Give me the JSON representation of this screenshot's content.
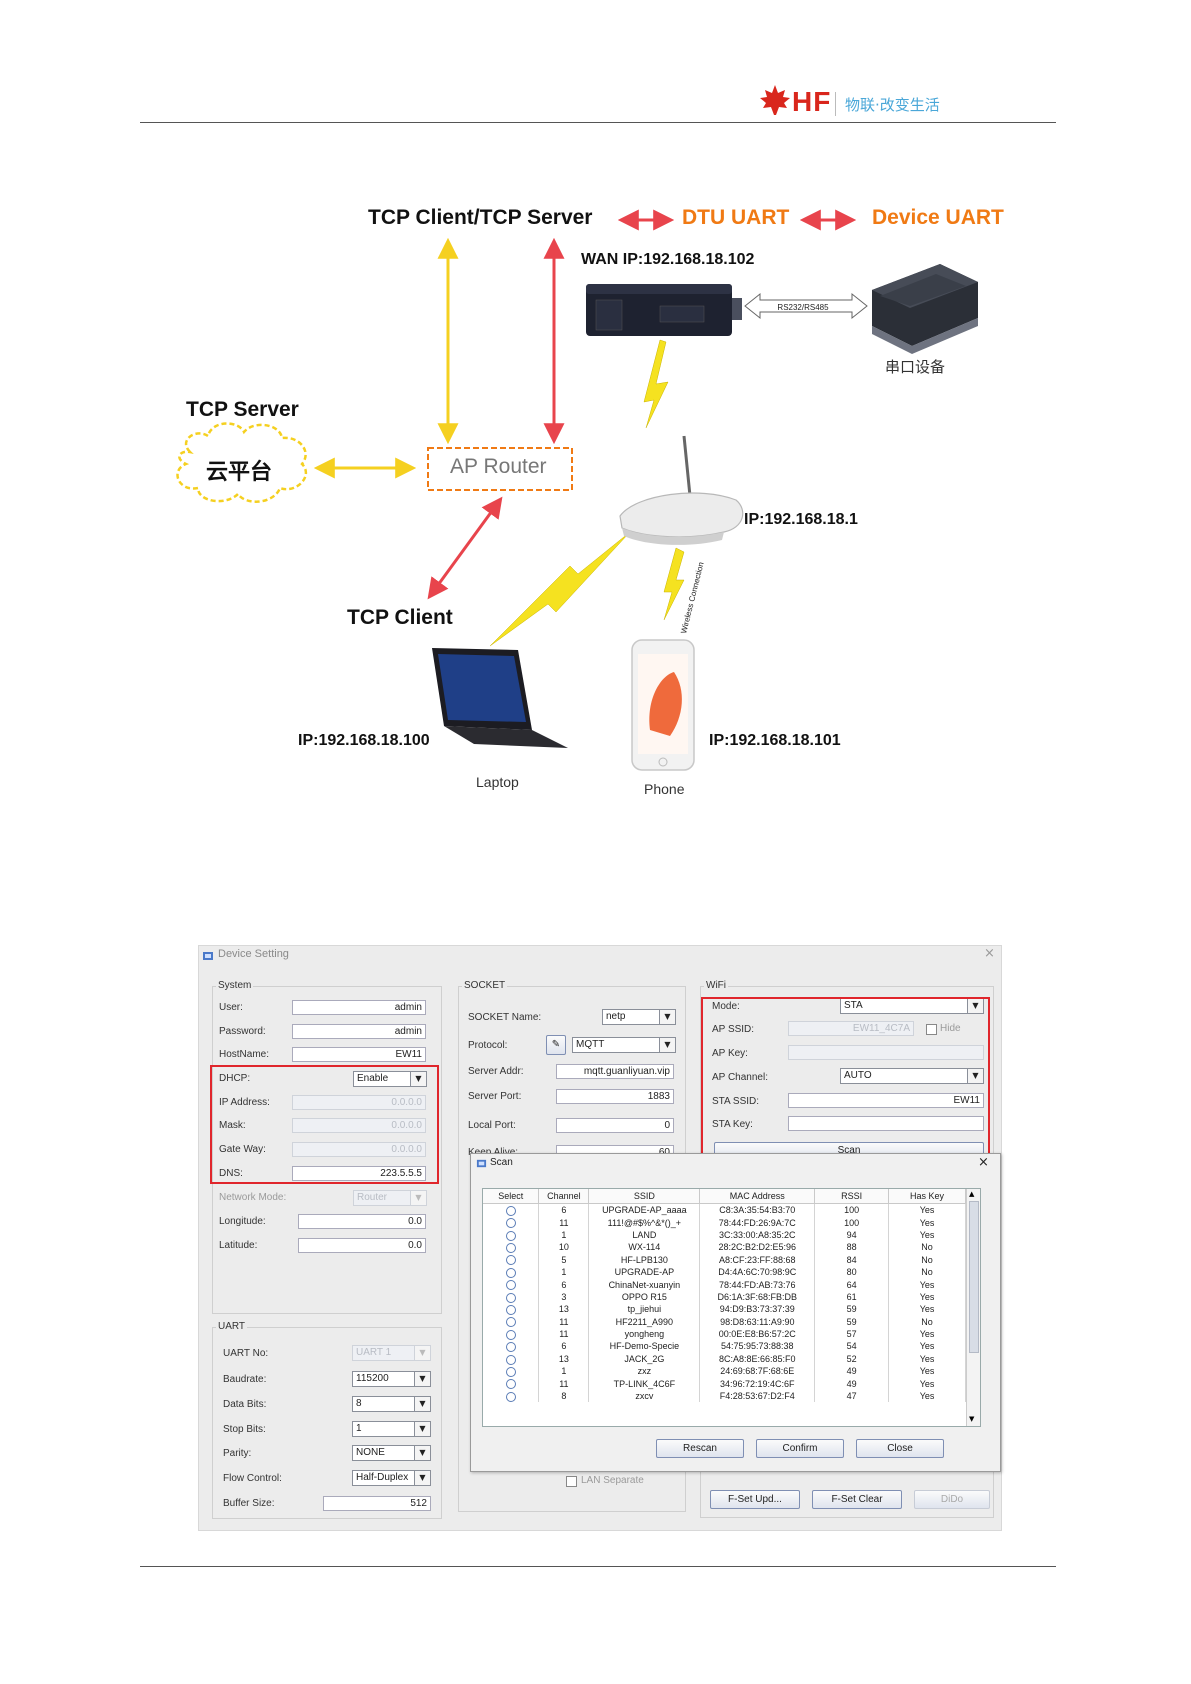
{
  "header": {
    "brand": "HF",
    "slogan": "物联·改变生活"
  },
  "diagram": {
    "top_left_label": "TCP Client/TCP Server",
    "dtu_uart": "DTU UART",
    "device_uart": "Device UART",
    "wan_ip": "WAN IP:192.168.18.102",
    "rs_label": "RS232/RS485",
    "serial_device": "串口设备",
    "tcp_server": "TCP Server",
    "cloud": "云平台",
    "ap_router": "AP Router",
    "router_ip": "IP:192.168.18.1",
    "wireless_connection": "Wireless Connection",
    "tcp_client": "TCP Client",
    "laptop_ip": "IP:192.168.18.100",
    "laptop": "Laptop",
    "phone_ip": "IP:192.168.18.101",
    "phone": "Phone"
  },
  "window": {
    "title": "Device Setting",
    "system": {
      "group": "System",
      "user_label": "User:",
      "user": "admin",
      "password_label": "Password:",
      "password": "admin",
      "hostname_label": "HostName:",
      "hostname": "EW11",
      "dhcp_label": "DHCP:",
      "dhcp": "Enable",
      "ip_label": "IP Address:",
      "ip": "0.0.0.0",
      "mask_label": "Mask:",
      "mask": "0.0.0.0",
      "gateway_label": "Gate Way:",
      "gateway": "0.0.0.0",
      "dns_label": "DNS:",
      "dns": "223.5.5.5",
      "network_mode_label": "Network Mode:",
      "network_mode": "Router",
      "longitude_label": "Longitude:",
      "longitude": "0.0",
      "latitude_label": "Latitude:",
      "latitude": "0.0"
    },
    "uart": {
      "group": "UART",
      "uart_no_label": "UART No:",
      "uart_no": "UART 1",
      "baudrate_label": "Baudrate:",
      "baudrate": "115200",
      "data_bits_label": "Data Bits:",
      "data_bits": "8",
      "stop_bits_label": "Stop Bits:",
      "stop_bits": "1",
      "parity_label": "Parity:",
      "parity": "NONE",
      "flow_control_label": "Flow Control:",
      "flow_control": "Half-Duplex",
      "buffer_size_label": "Buffer Size:",
      "buffer_size": "512"
    },
    "socket": {
      "group": "SOCKET",
      "name_label": "SOCKET Name:",
      "name": "netp",
      "protocol_label": "Protocol:",
      "protocol": "MQTT",
      "server_addr_label": "Server Addr:",
      "server_addr": "mqtt.guanliyuan.vip",
      "server_port_label": "Server Port:",
      "server_port": "1883",
      "local_port_label": "Local Port:",
      "local_port": "0",
      "keep_alive_label": "Keep Alive:",
      "keep_alive": "60",
      "lan_separate": "LAN Separate"
    },
    "wifi": {
      "group": "WiFi",
      "mode_label": "Mode:",
      "mode": "STA",
      "ap_ssid_label": "AP SSID:",
      "ap_ssid": "EW11_4C7A",
      "hide_label": "Hide",
      "ap_key_label": "AP Key:",
      "ap_channel_label": "AP Channel:",
      "ap_channel": "AUTO",
      "sta_ssid_label": "STA SSID:",
      "sta_ssid": "EW11",
      "sta_key_label": "STA Key:",
      "scan_button": "Scan"
    },
    "bottom_buttons": {
      "fset_upd": "F-Set Upd...",
      "fset_clear": "F-Set Clear",
      "dido": "DiDo"
    }
  },
  "scan_dialog": {
    "title": "Scan",
    "columns": [
      "Select",
      "Channel",
      "SSID",
      "MAC Address",
      "RSSI",
      "Has Key"
    ],
    "rows": [
      [
        "6",
        "UPGRADE-AP_aaaa",
        "C8:3A:35:54:B3:70",
        "100",
        "Yes"
      ],
      [
        "11",
        "111!@#$%^&*()_+",
        "78:44:FD:26:9A:7C",
        "100",
        "Yes"
      ],
      [
        "1",
        "LAND",
        "3C:33:00:A8:35:2C",
        "94",
        "Yes"
      ],
      [
        "10",
        "WX-114",
        "28:2C:B2:D2:E5:96",
        "88",
        "No"
      ],
      [
        "5",
        "HF-LPB130",
        "A8:CF:23:FF:88:68",
        "84",
        "No"
      ],
      [
        "1",
        "UPGRADE-AP",
        "D4:4A:6C:70:98:9C",
        "80",
        "No"
      ],
      [
        "6",
        "ChinaNet-xuanyin",
        "78:44:FD:AB:73:76",
        "64",
        "Yes"
      ],
      [
        "3",
        "OPPO R15",
        "D6:1A:3F:68:FB:DB",
        "61",
        "Yes"
      ],
      [
        "13",
        "tp_jiehui",
        "94:D9:B3:73:37:39",
        "59",
        "Yes"
      ],
      [
        "11",
        "HF2211_A990",
        "98:D8:63:11:A9:90",
        "59",
        "No"
      ],
      [
        "11",
        "yongheng",
        "00:0E:E8:B6:57:2C",
        "57",
        "Yes"
      ],
      [
        "6",
        "HF-Demo-Specie",
        "54:75:95:73:88:38",
        "54",
        "Yes"
      ],
      [
        "13",
        "JACK_2G",
        "8C:A8:8E:66:85:F0",
        "52",
        "Yes"
      ],
      [
        "1",
        "zxz",
        "24:69:68:7F:68:6E",
        "49",
        "Yes"
      ],
      [
        "11",
        "TP-LINK_4C6F",
        "34:96:72:19:4C:6F",
        "49",
        "Yes"
      ],
      [
        "8",
        "zxcv",
        "F4:28:53:67:D2:F4",
        "47",
        "Yes"
      ]
    ],
    "buttons": {
      "rescan": "Rescan",
      "confirm": "Confirm",
      "close": "Close"
    }
  },
  "colors": {
    "brand_red": "#d9261c",
    "accent_orange": "#f07a14",
    "highlight_red": "#e0262c",
    "arrow_yellow": "#f5d020",
    "arrow_red": "#e8444c"
  }
}
